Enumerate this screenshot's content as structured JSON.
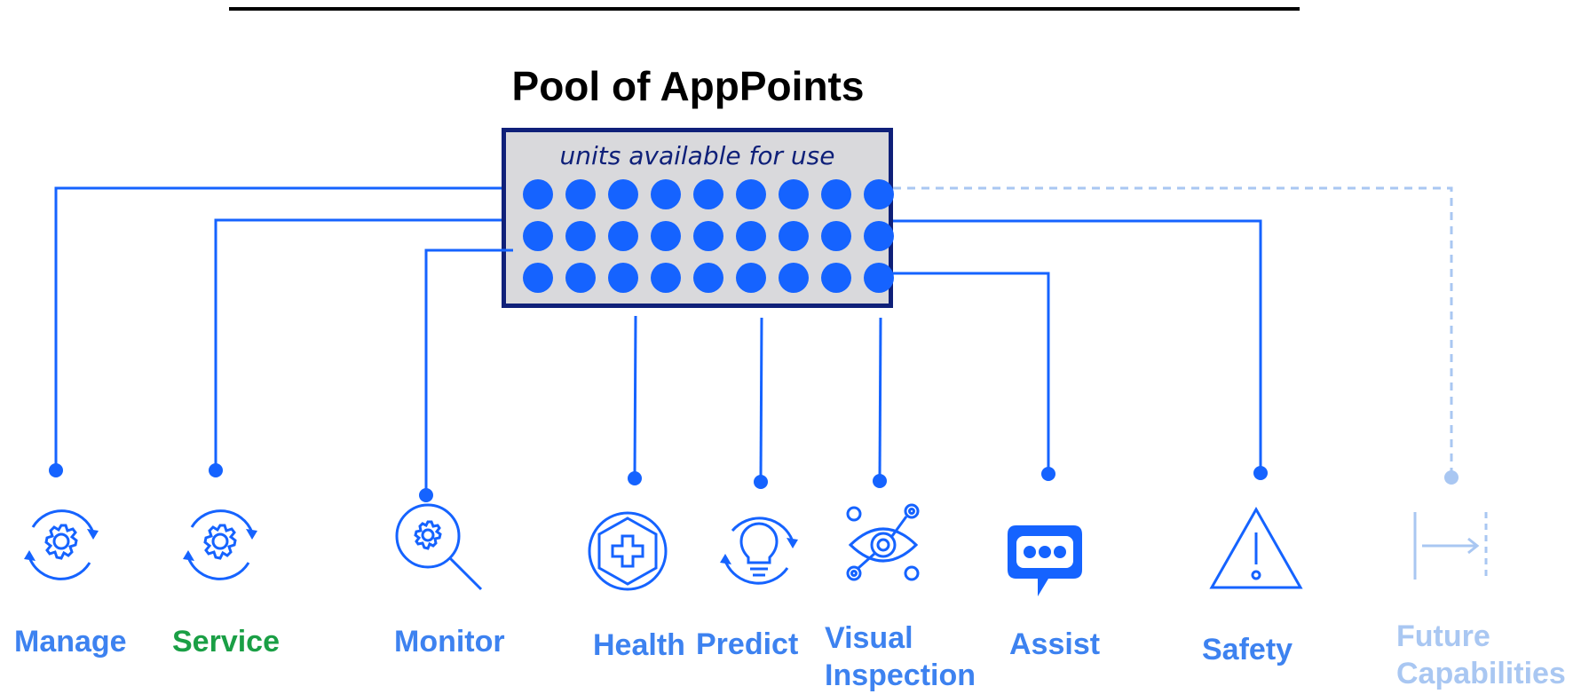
{
  "pool": {
    "title": "Pool of AppPoints",
    "subtitle": "units available for use",
    "unit_rows": 3,
    "unit_columns": 9
  },
  "colors": {
    "primary_blue": "#1563ff",
    "label_blue": "#3d82f0",
    "service_green": "#1a9f45",
    "future_gray_blue": "#a9c7f2",
    "box_border_navy": "#0f2079",
    "box_fill_gray": "#d9d9dc"
  },
  "capabilities": [
    {
      "label": "Manage",
      "icon": "gear-cycle-icon"
    },
    {
      "label": "Service",
      "icon": "gear-cycle-icon"
    },
    {
      "label": "Monitor",
      "icon": "gear-magnifier-icon"
    },
    {
      "label": "Health",
      "icon": "medical-cross-shield-icon"
    },
    {
      "label": "Predict",
      "icon": "lightbulb-cycle-icon"
    },
    {
      "label": "Visual Inspection",
      "label_line1": "Visual",
      "label_line2": "Inspection",
      "icon": "eye-network-icon"
    },
    {
      "label": "Assist",
      "icon": "chat-bubble-icon"
    },
    {
      "label": "Safety",
      "icon": "warning-triangle-icon"
    },
    {
      "label": "Future Capabilities",
      "label_line1": "Future",
      "label_line2": "Capabilities",
      "icon": "arrow-to-line-icon",
      "status": "planned"
    }
  ]
}
